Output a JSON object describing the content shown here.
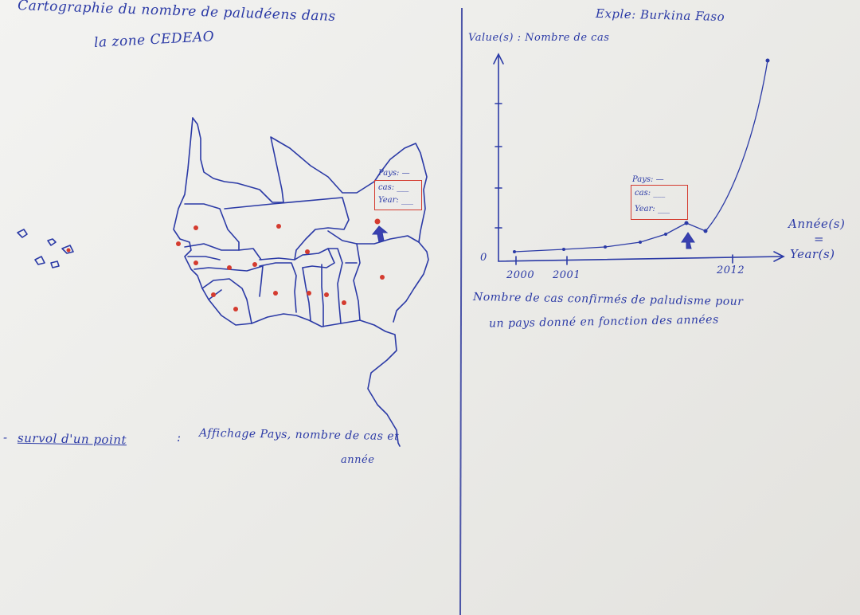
{
  "left_panel": {
    "title_line1": "Cartographie du nombre de paludéens dans",
    "title_line2": "la zone CEDEAO",
    "tooltip": {
      "pays_label": "Pays: —",
      "cas_label": "cas: ___",
      "year_label": "Year: ___"
    },
    "note_bullet": "-",
    "note_prefix": "survol d'un point",
    "note_colon": ":",
    "note_text": "Affichage Pays, nombre de cas et",
    "note_text2": "année"
  },
  "right_panel": {
    "example_label": "Exple: Burkina Faso",
    "y_axis_label": "Value(s) : Nombre de cas",
    "origin_label": "0",
    "x_axis_label_line1": "Année(s)",
    "x_axis_label_eq": "=",
    "x_axis_label_line2": "Year(s)",
    "tooltip": {
      "pays_label": "Pays: —",
      "cas_label": "cas: ___",
      "year_label": "Year: ___"
    },
    "caption_line1": "Nombre de cas confirmés de paludisme pour",
    "caption_line2": "un pays donné en fonction des années"
  },
  "chart_data": {
    "type": "line",
    "x_tick_labels": [
      "2000",
      "2001",
      "2012"
    ],
    "ylabel": "Value(s) : Nombre de cas",
    "xlabel": "Année(s) = Year(s)",
    "grid": false,
    "legend": "none"
  },
  "colors": {
    "ink": "#2b3aa6",
    "marker_red": "#d43b2f",
    "paper": "#efefec"
  }
}
